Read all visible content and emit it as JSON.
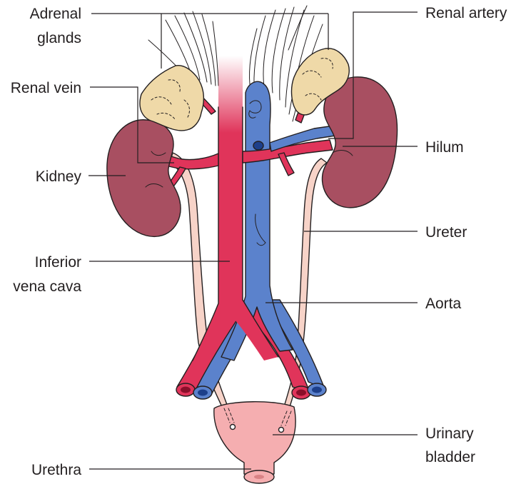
{
  "labels": {
    "adrenal_glands_1": "Adrenal",
    "adrenal_glands_2": "glands",
    "renal_vein": "Renal vein",
    "kidney": "Kidney",
    "inferior_vena_cava_1": "Inferior",
    "inferior_vena_cava_2": "vena cava",
    "urethra": "Urethra",
    "renal_artery": "Renal artery",
    "hilum": "Hilum",
    "ureter": "Ureter",
    "aorta": "Aorta",
    "urinary_bladder_1": "Urinary",
    "urinary_bladder_2": "bladder"
  },
  "colors": {
    "artery_red": "#e0345a",
    "vein_blue": "#5b82cc",
    "kidney": "#a84f61",
    "adrenal": "#efd9a8",
    "ureter": "#f7d3c8",
    "bladder": "#f5aeb0"
  }
}
